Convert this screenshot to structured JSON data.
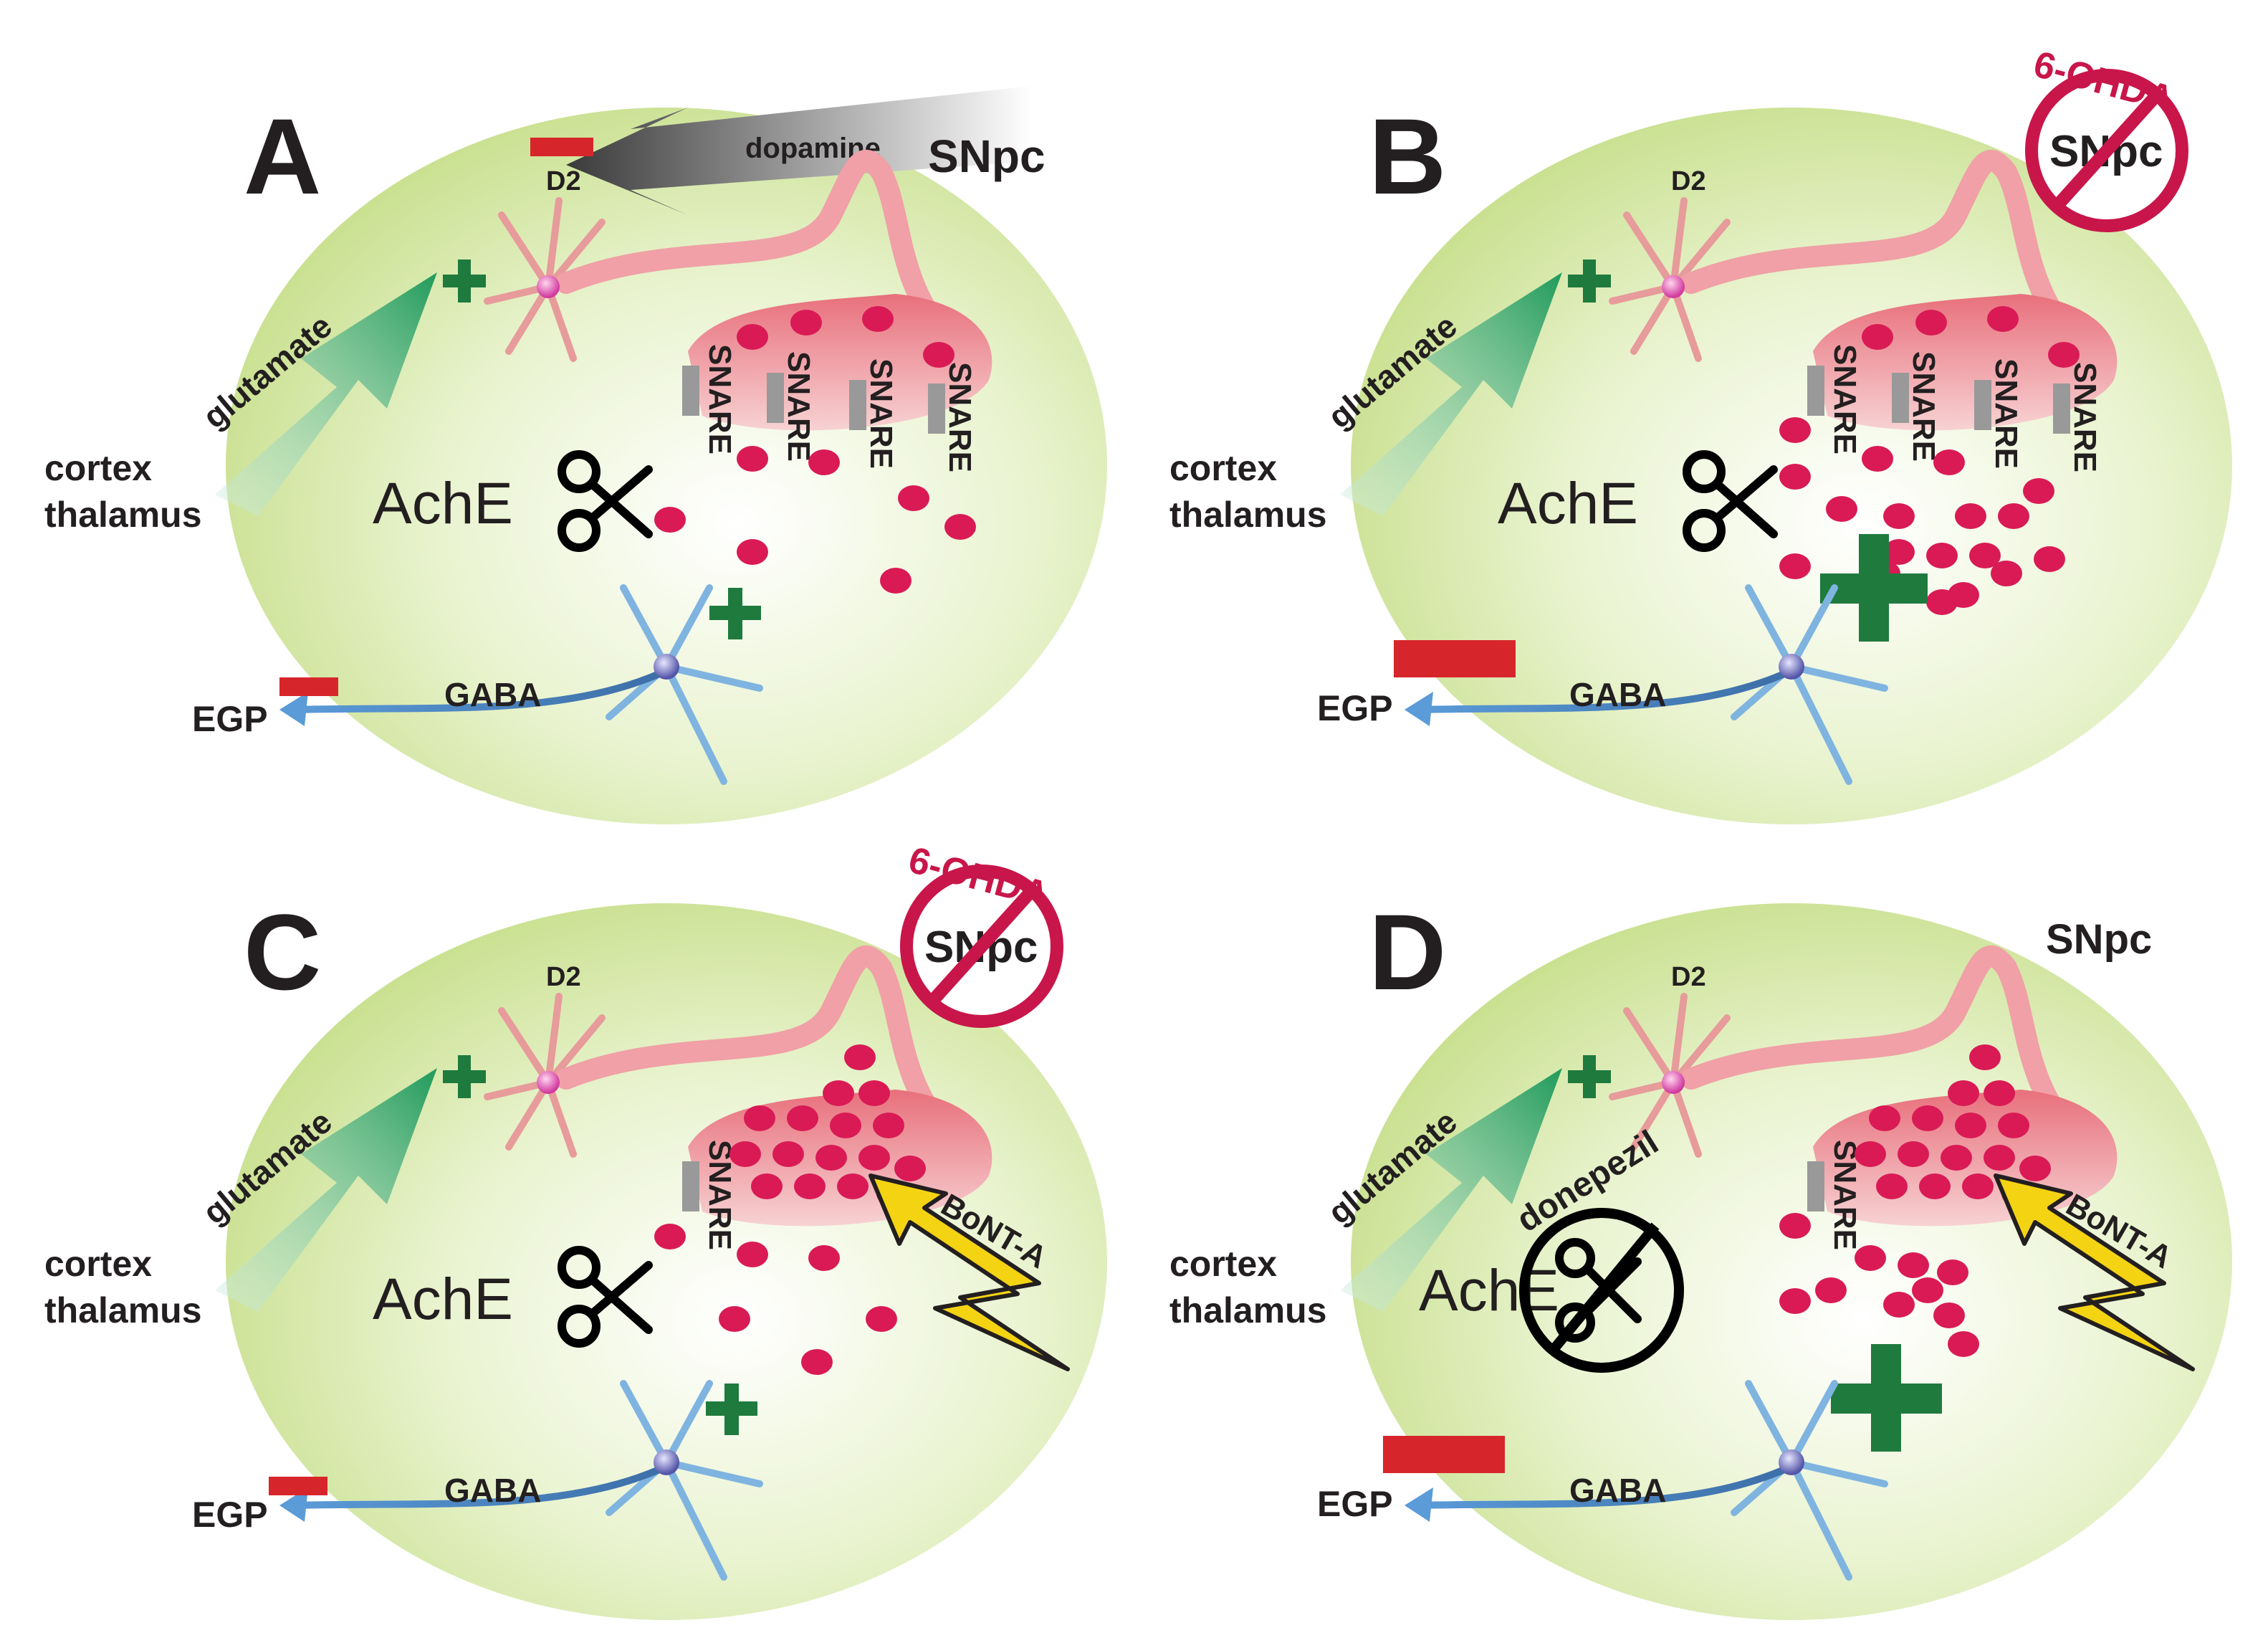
{
  "colors": {
    "striatum_fill": "#d6e9a8",
    "vesicle": "#d91a55",
    "inhibit_bar": "#d7262b",
    "plus_green": "#1f7a3e",
    "lesion_red": "#c8164a",
    "bolt_yellow": "#f4d313"
  },
  "panels": [
    {
      "letter": "A",
      "d2": "D2",
      "glutamate": "glutamate",
      "cortex": "cortex",
      "thalamus": "thalamus",
      "ache": "AchE",
      "gaba": "GABA",
      "egp": "EGP",
      "snare": "SNARE",
      "snpc": "SNpc",
      "dopamine": "dopamine"
    },
    {
      "letter": "B",
      "d2": "D2",
      "glutamate": "glutamate",
      "cortex": "cortex",
      "thalamus": "thalamus",
      "ache": "AchE",
      "gaba": "GABA",
      "egp": "EGP",
      "snare": "SNARE",
      "snpc": "SNpc",
      "lesion": "6-OHDA"
    },
    {
      "letter": "C",
      "d2": "D2",
      "glutamate": "glutamate",
      "cortex": "cortex",
      "thalamus": "thalamus",
      "ache": "AchE",
      "gaba": "GABA",
      "egp": "EGP",
      "snare": "SNARE",
      "snpc": "SNpc",
      "lesion": "6-OHDA",
      "toxin": "BoNT-A"
    },
    {
      "letter": "D",
      "d2": "D2",
      "glutamate": "glutamate",
      "cortex": "cortex",
      "thalamus": "thalamus",
      "ache": "AchE",
      "gaba": "GABA",
      "egp": "EGP",
      "snare": "SNARE",
      "snpc": "SNpc",
      "toxin": "BoNT-A",
      "drug": "donepezil"
    }
  ]
}
